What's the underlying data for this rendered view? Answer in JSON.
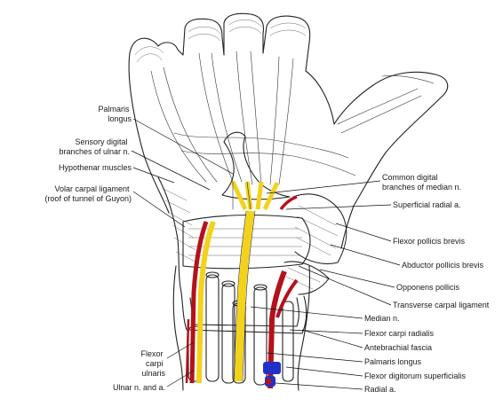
{
  "colors": {
    "nerve": "#f2d21b",
    "artery": "#b3121b",
    "vein": "#2330c8",
    "ink": "#222222",
    "paper": "#ffffff"
  },
  "labels": {
    "palmaris_longus_top": [
      "Palmaris",
      "longus"
    ],
    "sensory_digital": [
      "Sensory digital",
      "branches of ulnar n."
    ],
    "hypothenar": [
      "Hypothenar muscles"
    ],
    "volar_carpal": [
      "Volar carpal ligament",
      "(roof of tunnel of Guyon)"
    ],
    "common_digital": [
      "Common digital",
      "branches of median n."
    ],
    "superficial_radial": [
      "Superficial radial a."
    ],
    "flexor_pollicis_brevis": [
      "Flexor pollicis brevis"
    ],
    "abductor_pollicis_brevis": [
      "Abductor pollicis brevis"
    ],
    "opponens_pollicis": [
      "Opponens pollicis"
    ],
    "transverse_carpal": [
      "Transverse carpal ligament"
    ],
    "median_n": [
      "Median n."
    ],
    "flexor_carpi_radialis": [
      "Flexor carpi radialis"
    ],
    "antebrachial_fascia": [
      "Antebrachial fascia"
    ],
    "palmaris_longus_bottom": [
      "Palmaris longus"
    ],
    "flexor_digitorum_superficialis": [
      "Flexor digitorum superficialis"
    ],
    "radial_a": [
      "Radial a."
    ],
    "flexor_carpi_ulnaris": [
      "Flexor",
      "carpi",
      "ulnaris"
    ],
    "ulnar_n_a": [
      "Ulnar n. and a."
    ]
  }
}
